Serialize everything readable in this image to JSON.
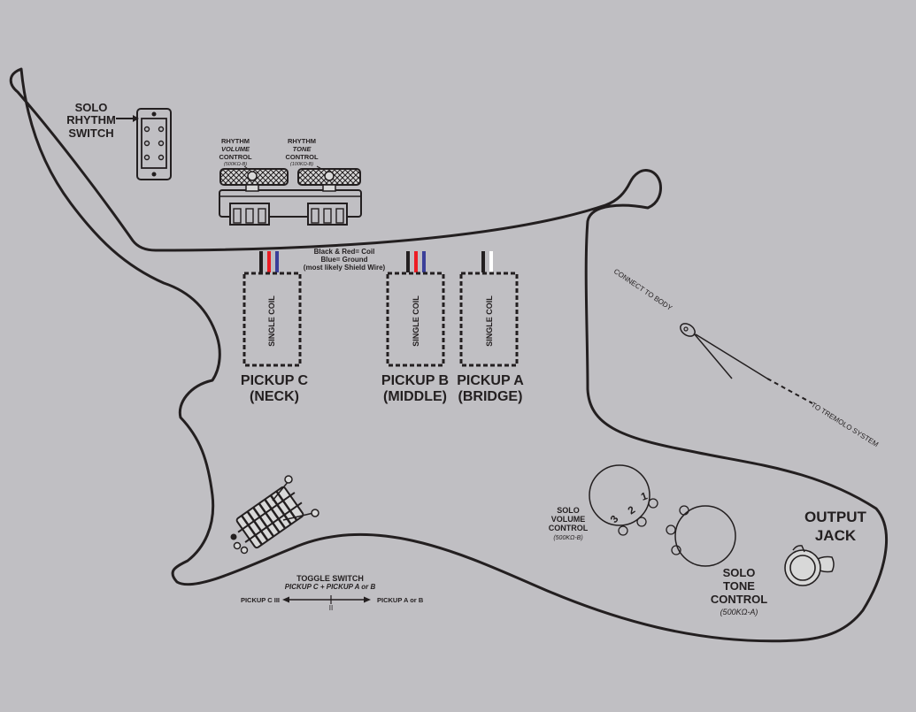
{
  "solo_rhythm_switch": {
    "line1": "SOLO",
    "line2": "RHYTHM",
    "line3": "SWITCH"
  },
  "rhythm_volume": {
    "line1": "RHYTHM",
    "line2": "VOLUME",
    "line3": "CONTROL",
    "value": "(500KΩ-B)"
  },
  "rhythm_tone": {
    "line1": "RHYTHM",
    "line2": "TONE",
    "line3": "CONTROL",
    "value": "(100KΩ-B)"
  },
  "wire_note": {
    "line1": "Black & Red= Coil",
    "line2": "Blue= Ground",
    "line3": "(most likely Shield Wire)"
  },
  "pickups": [
    {
      "coil": "SINGLE COIL",
      "name": "PICKUP C",
      "position": "(NECK)"
    },
    {
      "coil": "SINGLE COIL",
      "name": "PICKUP B",
      "position": "(MIDDLE)"
    },
    {
      "coil": "SINGLE COIL",
      "name": "PICKUP A",
      "position": "(BRIDGE)"
    }
  ],
  "ground": {
    "connect": "CONNECT TO BODY",
    "tremolo": "TO TREMOLO SYSTEM"
  },
  "toggle": {
    "title": "TOGGLE SWITCH",
    "subtitle": "PICKUP C + PICKUP A or B",
    "left": "PICKUP C III",
    "right": "PICKUP A or B",
    "middle": "II"
  },
  "solo_volume": {
    "line1": "SOLO",
    "line2": "VOLUME",
    "line3": "CONTROL",
    "value": "(500KΩ-B)",
    "lug1": "1",
    "lug2": "2",
    "lug3": "3"
  },
  "solo_tone": {
    "line1": "SOLO",
    "line2": "TONE",
    "line3": "CONTROL",
    "value": "(500KΩ-A)"
  },
  "output_jack": {
    "line1": "OUTPUT",
    "line2": "JACK"
  },
  "colors": {
    "background": "#c0bfc3",
    "outline": "#231f20",
    "wire_black": "#231f20",
    "wire_red": "#ed1c24",
    "wire_blue": "#3b3f99",
    "wire_white": "#ffffff"
  }
}
